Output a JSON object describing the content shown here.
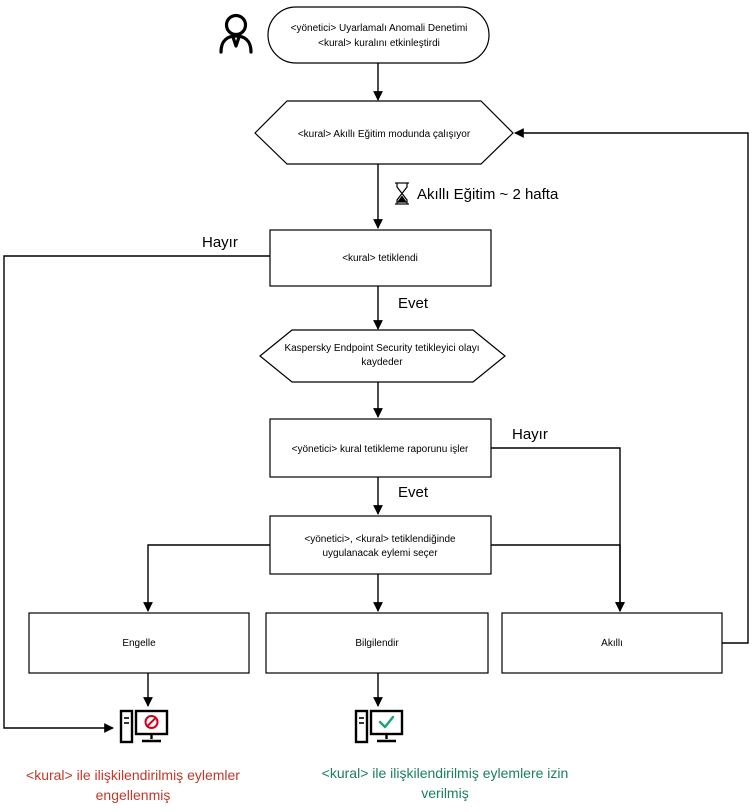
{
  "nodes": {
    "start": {
      "line1": "<yönetici> Uyarlamalı Anomali Denetimi",
      "line2": "<kural> kuralını etkinleştirdi"
    },
    "smart_mode": {
      "label": "<kural> Akıllı Eğitim modunda çalışıyor"
    },
    "triggered": {
      "label": "<kural> tetiklendi"
    },
    "kes_logs": {
      "line1": "Kaspersky Endpoint Security tetikleyici olayı",
      "line2": "kaydeder"
    },
    "admin_process": {
      "label": "<yönetici> kural tetikleme raporunu işler"
    },
    "admin_choose": {
      "line1": "<yönetici>, <kural> tetiklendiğinde",
      "line2": "uygulanacak eylemi seçer"
    },
    "block": {
      "label": "Engelle"
    },
    "notify": {
      "label": "Bilgilendir"
    },
    "smart": {
      "label": "Akıllı"
    }
  },
  "edges": {
    "duration": "Akıllı Eğitim ~ 2 hafta",
    "no_left": "Hayır",
    "yes_1": "Evet",
    "no_right": "Hayır",
    "yes_2": "Evet"
  },
  "results": {
    "blocked": {
      "line1": "<kural> ile ilişkilendirilmiş eylemler",
      "line2": "engellenmiş",
      "color": "#c0392b"
    },
    "allowed": {
      "line1": "<kural> ile ilişkilendirilmiş eylemlere izin",
      "line2": "verilmiş",
      "color": "#1a7f5a"
    }
  },
  "icons": {
    "user": "user-icon",
    "hourglass": "hourglass-icon",
    "blocked_computer": "computer-blocked-icon",
    "allowed_computer": "computer-allowed-icon"
  },
  "colors": {
    "block_badge": "#d0021b",
    "allow_check": "#1aa37a"
  }
}
